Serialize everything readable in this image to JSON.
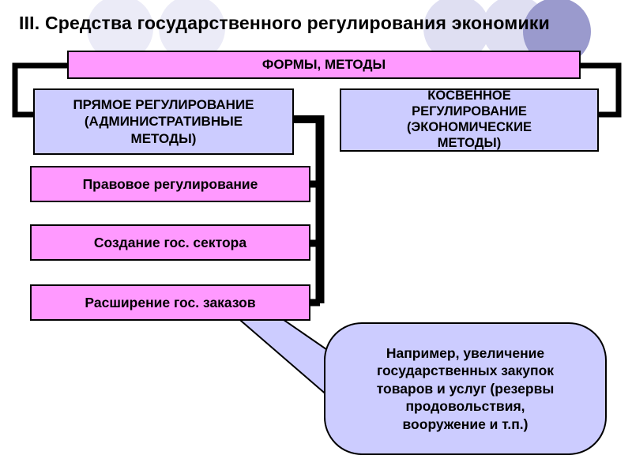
{
  "title": "III. Средства государственного  регулирования экономики",
  "diagram": {
    "root_label": "ФОРМЫ, МЕТОДЫ",
    "left_branch": "ПРЯМОЕ РЕГУЛИРОВАНИЕ\n(АДМИНИСТРАТИВНЫЕ\nМЕТОДЫ)",
    "right_branch": "КОСВЕННОЕ\nРЕГУЛИРОВАНИЕ\n(ЭКОНОМИЧЕСКИЕ\nМЕТОДЫ)",
    "items": [
      "Правовое регулирование",
      "Создание гос. сектора",
      "Расширение гос. заказов"
    ],
    "callout": "Например, увеличение\nгосударственных закупок\nтоваров и услуг (резервы\nпродовольствия,\nвооружение и т.п.)"
  },
  "colors": {
    "pink": "#FF99FF",
    "lavender": "#CCCCFF",
    "connector": "#000000",
    "circle_light": "#EBEBF7",
    "circle_mid": "#DFDFF2",
    "circle_dark": "#9A9ACD"
  }
}
